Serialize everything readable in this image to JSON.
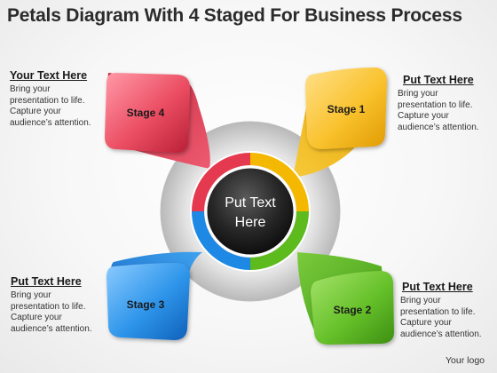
{
  "title": "Petals Diagram With 4 Staged For Business Process",
  "center": {
    "line1": "Put Text",
    "line2": "Here"
  },
  "stages": [
    {
      "label": "Stage 1",
      "color": "#F5B800"
    },
    {
      "label": "Stage 2",
      "color": "#5DBB1E"
    },
    {
      "label": "Stage 3",
      "color": "#1E88E5"
    },
    {
      "label": "Stage 4",
      "color": "#E53950"
    }
  ],
  "text_blocks": {
    "top_left": {
      "heading": "Your Text Here",
      "lines": [
        "Bring your",
        "presentation to life.",
        "Capture your",
        "audience’s attention."
      ]
    },
    "top_right": {
      "heading": "Put Text Here",
      "lines": [
        "Bring your",
        "presentation to life.",
        "Capture your",
        "audience’s attention."
      ]
    },
    "bottom_left": {
      "heading": "Put Text Here",
      "lines": [
        "Bring your",
        "presentation to life.",
        "Capture your",
        "audience’s attention."
      ]
    },
    "bottom_right": {
      "heading": "Put Text Here",
      "lines": [
        "Bring your",
        "presentation to life.",
        "Capture your",
        "audience’s attention."
      ]
    }
  },
  "logo": "Your logo"
}
